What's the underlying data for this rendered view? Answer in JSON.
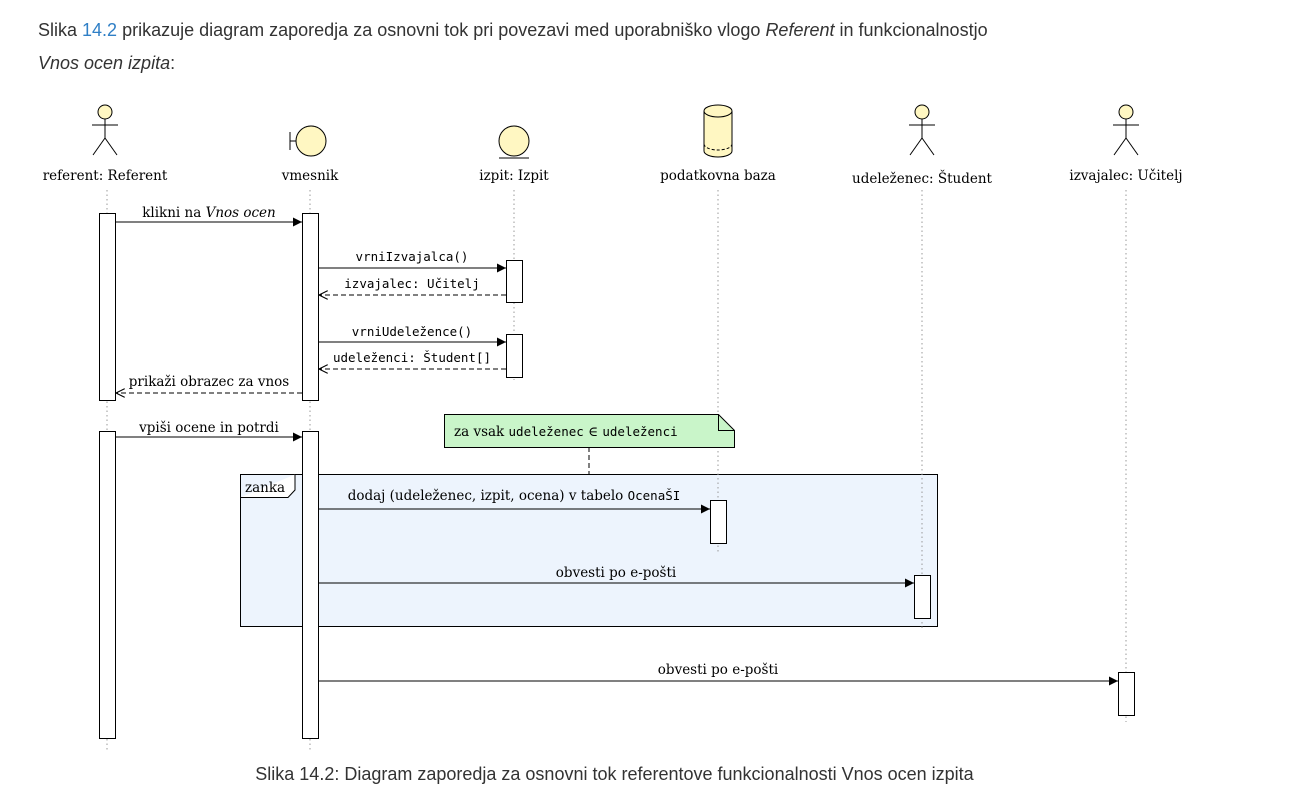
{
  "intro": {
    "prefix": "Slika ",
    "figure_ref": "14.2",
    "middle": " prikazuje diagram zaporedja za osnovni tok pri povezavi med uporabniško vlogo ",
    "role": "Referent",
    "connector": " in funkcionalnostjo",
    "feature": "Vnos ocen izpita",
    "suffix": ":"
  },
  "participants": {
    "referent": "referent: Referent",
    "vmesnik": "vmesnik",
    "izpit": "izpit: Izpit",
    "baza": "podatkovna baza",
    "udelezenec": "udeleženec: Študent",
    "izvajalec": "izvajalec: Učitelj"
  },
  "messages": {
    "m1_text": "klikni na ",
    "m1_italic": "Vnos ocen",
    "m2": "vrniIzvajalca()",
    "m3": "izvajalec: Učitelj",
    "m4": "vrniUdeležence()",
    "m5": "udeleženci: Študent[]",
    "m6": "prikaži obrazec za vnos",
    "m7": "vpiši ocene in potrdi",
    "m8_text": "dodaj (udeleženec, izpit, ocena) v tabelo ",
    "m8_mono": "OcenaŠI",
    "m9": "obvesti po e-pošti",
    "m10": "obvesti po e-pošti"
  },
  "note": {
    "text": "za vsak ",
    "var": "udeleženec",
    "symbol": " ∈ ",
    "collection": "udeleženci"
  },
  "loop_label": "zanka",
  "caption": "Slika 14.2: Diagram zaporedja za osnovni tok referentove funkcionalnosti Vnos ocen izpita",
  "colors": {
    "actor_fill": "#fff7c2",
    "activation_fill": "#ffffff",
    "loop_fill": "#edf4fd",
    "note_fill": "#c9f5c9",
    "link": "#2f7fc6"
  }
}
